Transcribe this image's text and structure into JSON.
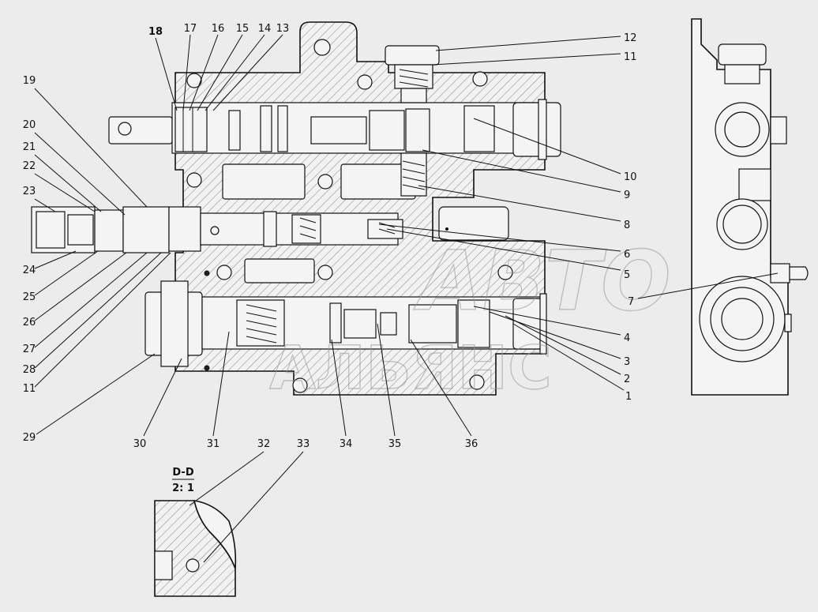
{
  "watermark": {
    "line1": "АВТО",
    "line2": "АЛЬЯНС"
  },
  "section": {
    "name": "D-D",
    "scale": "2: 1"
  },
  "callouts": [
    {
      "n": "1"
    },
    {
      "n": "2"
    },
    {
      "n": "3"
    },
    {
      "n": "4"
    },
    {
      "n": "5"
    },
    {
      "n": "6"
    },
    {
      "n": "7"
    },
    {
      "n": "8"
    },
    {
      "n": "9"
    },
    {
      "n": "10"
    },
    {
      "n": "11"
    },
    {
      "n": "12"
    },
    {
      "n": "13"
    },
    {
      "n": "14"
    },
    {
      "n": "15"
    },
    {
      "n": "16"
    },
    {
      "n": "17"
    },
    {
      "n": "18",
      "bold": true
    },
    {
      "n": "19"
    },
    {
      "n": "20"
    },
    {
      "n": "21"
    },
    {
      "n": "22"
    },
    {
      "n": "23"
    },
    {
      "n": "24"
    },
    {
      "n": "25"
    },
    {
      "n": "26"
    },
    {
      "n": "27"
    },
    {
      "n": "28"
    },
    {
      "n": "11"
    },
    {
      "n": "29"
    },
    {
      "n": "30"
    },
    {
      "n": "31"
    },
    {
      "n": "34"
    },
    {
      "n": "35"
    },
    {
      "n": "36"
    },
    {
      "n": "32"
    },
    {
      "n": "33"
    }
  ]
}
